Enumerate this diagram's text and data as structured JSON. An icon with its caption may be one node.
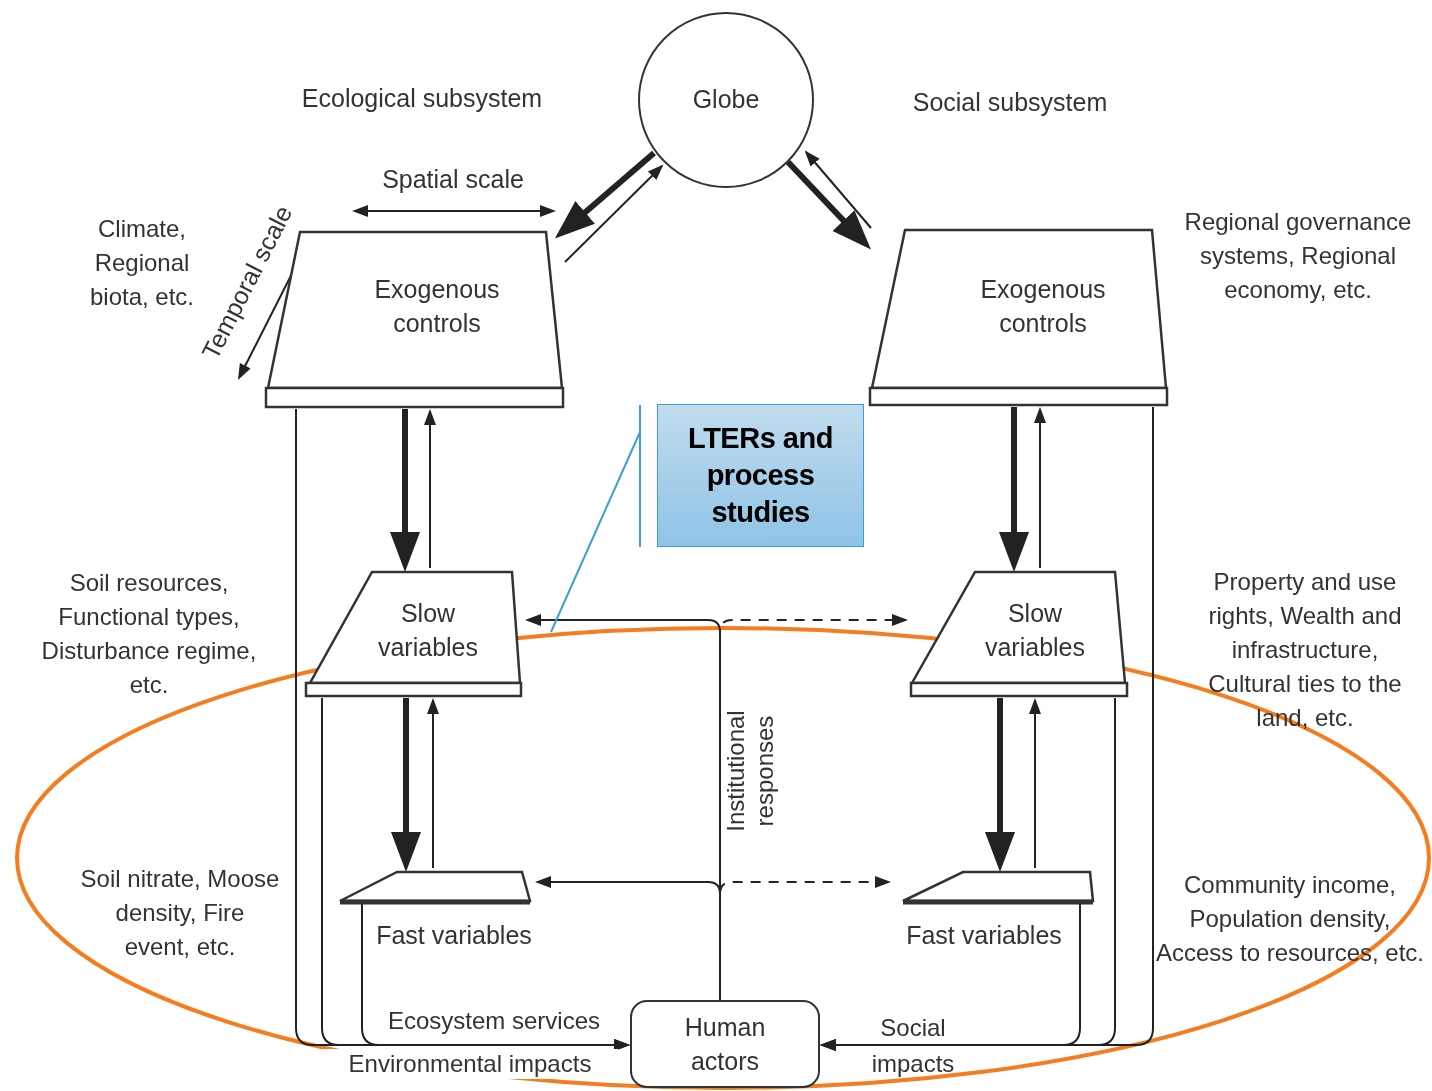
{
  "diagram": {
    "nodes": [
      {
        "text": [
          "Globe"
        ]
      },
      {
        "text": [
          "Exogenous controls"
        ],
        "beside": [
          "Climate, Regional biota, etc."
        ]
      },
      {
        "text": [
          "Exogenous controls"
        ],
        "beside": [
          "Regional governance systems, Regional economy, etc."
        ]
      },
      {
        "text": [
          "Slow variables"
        ],
        "beside": [
          "Soil resources, Functional types, Disturbance regime, etc."
        ]
      },
      {
        "text": [
          "Slow variables"
        ],
        "beside": [
          "Property and use rights, Wealth and infrastructure, Cultural ties to the land, etc."
        ]
      },
      {
        "text": [
          "Fast variables"
        ],
        "beside": [
          "Soil nitrate, Moose density, Fire event, etc."
        ]
      },
      {
        "text": [
          "Fast variables"
        ],
        "beside": [
          "Community income, Population density, Access to resources, etc."
        ]
      },
      {
        "text": [
          "Human actors"
        ]
      },
      {
        "text": [
          "LTERs and process studies"
        ]
      }
    ],
    "edges": [
      {
        "from": 0,
        "to": 1,
        "arrow": "to",
        "style": "thick"
      },
      {
        "from": 1,
        "to": 0,
        "arrow": "to"
      },
      {
        "from": 0,
        "to": 2,
        "arrow": "to",
        "style": "thick"
      },
      {
        "from": 2,
        "to": 0,
        "arrow": "to"
      },
      {
        "from": 1,
        "to": 3,
        "arrow": "to",
        "style": "thick"
      },
      {
        "from": 3,
        "to": 1,
        "arrow": "to"
      },
      {
        "from": 2,
        "to": 4,
        "arrow": "to",
        "style": "thick"
      },
      {
        "from": 4,
        "to": 2,
        "arrow": "to"
      },
      {
        "from": 3,
        "to": 5,
        "arrow": "to",
        "style": "thick"
      },
      {
        "from": 5,
        "to": 3,
        "arrow": "to"
      },
      {
        "from": 4,
        "to": 6,
        "arrow": "to",
        "style": "thick"
      },
      {
        "from": 6,
        "to": 4,
        "arrow": "to"
      },
      {
        "from": 7,
        "to": 3,
        "arrow": "to",
        "label": "Institutional responses"
      },
      {
        "from": 7,
        "to": 4,
        "arrow": "to",
        "style": "dashed"
      },
      {
        "from": 7,
        "to": 5,
        "arrow": "to"
      },
      {
        "from": 7,
        "to": 6,
        "arrow": "to",
        "style": "dashed"
      },
      {
        "from": 1,
        "to": 7,
        "arrow": "to",
        "label": "Environmental impacts"
      },
      {
        "from": 3,
        "to": 7,
        "arrow": "to"
      },
      {
        "from": 5,
        "to": 7,
        "arrow": "to",
        "label": "Ecosystem services"
      },
      {
        "from": 2,
        "to": 7,
        "arrow": "to"
      },
      {
        "from": 4,
        "to": 7,
        "arrow": "to"
      },
      {
        "from": 6,
        "to": 7,
        "arrow": "to",
        "label": "Social impacts"
      },
      {
        "from": 8,
        "to": null,
        "arrow": "none",
        "color": "#3a9fd6"
      }
    ],
    "labels": [
      "Ecological subsystem",
      "Social subsystem",
      "Spatial scale",
      "Temporal scale"
    ]
  }
}
